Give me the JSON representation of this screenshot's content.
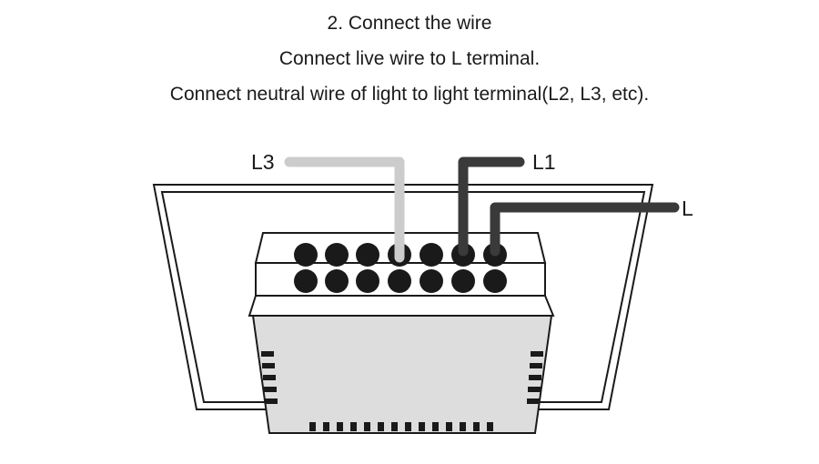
{
  "instructions": {
    "step_title": "2. Connect the wire",
    "line_1": "Connect live wire to L terminal.",
    "line_2": "Connect neutral wire of light to light terminal(L2, L3, etc)."
  },
  "wires": [
    {
      "label": "L3",
      "color": "#cccccc"
    },
    {
      "label": "L1",
      "color": "#3a3a3a"
    },
    {
      "label": "L",
      "color": "#3a3a3a"
    }
  ],
  "colors": {
    "terminal_dot": "#1a1a1a",
    "module_body": "#dddddd",
    "outline": "#1a1a1a"
  }
}
